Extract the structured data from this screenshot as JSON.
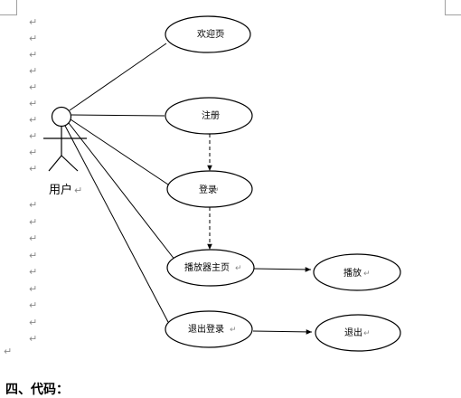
{
  "actor": {
    "label": "用户"
  },
  "use_cases": [
    {
      "id": "welcome",
      "label": "欢迎页"
    },
    {
      "id": "register",
      "label": "注册"
    },
    {
      "id": "login",
      "label": "登录"
    },
    {
      "id": "player-home",
      "label": "播放器主页"
    },
    {
      "id": "play",
      "label": "播放"
    },
    {
      "id": "logout",
      "label": "退出登录"
    },
    {
      "id": "exit",
      "label": "退出"
    }
  ],
  "paragraph_mark": "↵",
  "section_heading": "四、代码："
}
